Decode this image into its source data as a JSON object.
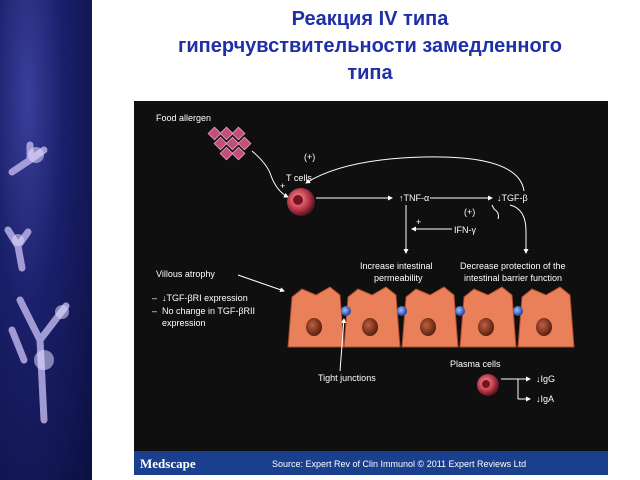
{
  "slide": {
    "title_lines": [
      "Реакция IV типа",
      "гиперчувствительности замедленного",
      "типа"
    ]
  },
  "figure": {
    "food_allergen": "Food allergen",
    "plus_top": "(+)",
    "t_cells": "T cells",
    "plus_small": "+",
    "tnf": "TNF-α",
    "tgf_beta": "TGF-β",
    "plus_ifn": "(+)",
    "ifn": "IFN-γ",
    "increase_line1": "Increase intestinal",
    "increase_line2": "permeability",
    "decrease_line1": "Decrease protection of the",
    "decrease_line2": "intestinal barrier function",
    "villous_atrophy": "Villous atrophy",
    "tgf_ri": "TGF-βRI expression",
    "no_change_line1": "No change in TGF-βRII",
    "no_change_line2": "expression",
    "dash": "–",
    "tight_junctions": "Tight junctions",
    "plasma_cells": "Plasma cells",
    "igg": "IgG",
    "iga": "IgA",
    "footer_brand": "Medscape",
    "footer_source": "Source: Expert Rev of Clin Immunol © 2011 Expert Reviews Ltd"
  },
  "colors": {
    "title": "#1e2fa8",
    "figure_bg": "#0f0f0f",
    "footer_bar": "#1a3f8c",
    "cell_fill": "#e9805a",
    "nucleus": "#8a3a2a",
    "junction": "#3a5fc8",
    "allergen": "#c0507a"
  }
}
